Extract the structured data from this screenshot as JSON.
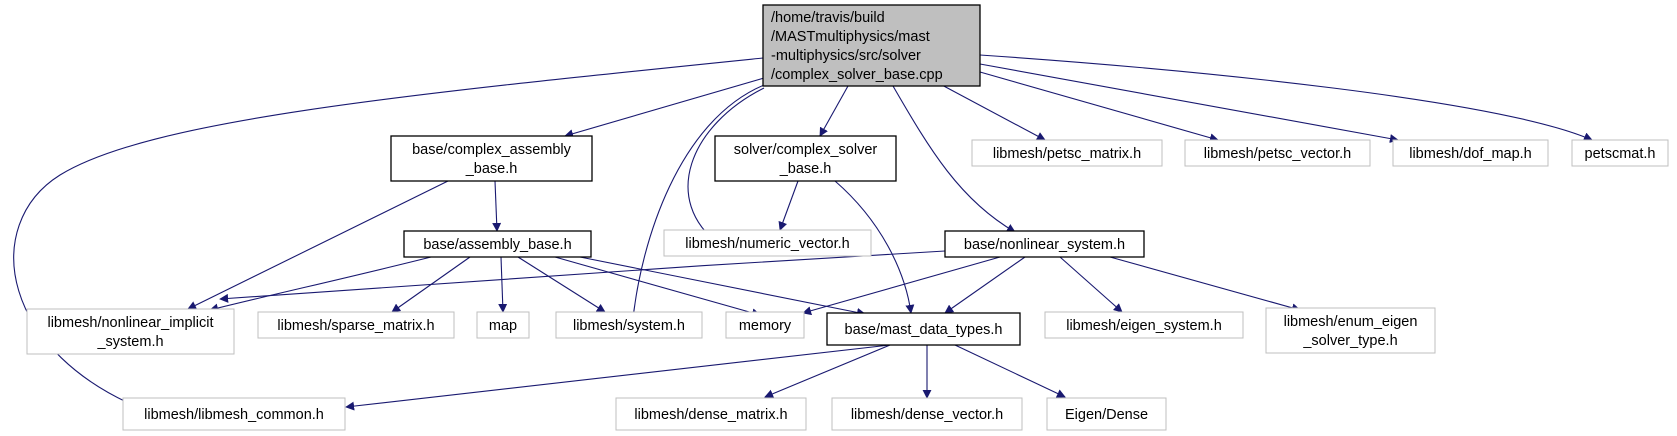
{
  "colors": {
    "edge": "#191970",
    "root_fill": "#bfbfbf",
    "root_stroke": "#000000",
    "local_stroke": "#000000",
    "external_stroke": "#bfbfbf"
  },
  "nodes": {
    "root": {
      "lines": [
        "/home/travis/build",
        "/MASTmultiphysics/mast",
        "-multiphysics/src/solver",
        "/complex_solver_base.cpp"
      ]
    },
    "complex_assembly": {
      "lines": [
        "base/complex_assembly",
        "_base.h"
      ]
    },
    "complex_solver": {
      "lines": [
        "solver/complex_solver",
        "_base.h"
      ]
    },
    "assembly": {
      "lines": [
        "base/assembly_base.h"
      ]
    },
    "numeric_vector": {
      "lines": [
        "libmesh/numeric_vector.h"
      ]
    },
    "nonlinear_system": {
      "lines": [
        "base/nonlinear_system.h"
      ]
    },
    "petsc_matrix": {
      "lines": [
        "libmesh/petsc_matrix.h"
      ]
    },
    "petsc_vector": {
      "lines": [
        "libmesh/petsc_vector.h"
      ]
    },
    "dof_map": {
      "lines": [
        "libmesh/dof_map.h"
      ]
    },
    "petscmat": {
      "lines": [
        "petscmat.h"
      ]
    },
    "nonlinear_implicit": {
      "lines": [
        "libmesh/nonlinear_implicit",
        "_system.h"
      ]
    },
    "sparse_matrix": {
      "lines": [
        "libmesh/sparse_matrix.h"
      ]
    },
    "map": {
      "lines": [
        "map"
      ]
    },
    "system": {
      "lines": [
        "libmesh/system.h"
      ]
    },
    "memory": {
      "lines": [
        "memory"
      ]
    },
    "mast_data_types": {
      "lines": [
        "base/mast_data_types.h"
      ]
    },
    "eigen_system": {
      "lines": [
        "libmesh/eigen_system.h"
      ]
    },
    "enum_eigen": {
      "lines": [
        "libmesh/enum_eigen",
        "_solver_type.h"
      ]
    },
    "libmesh_common": {
      "lines": [
        "libmesh/libmesh_common.h"
      ]
    },
    "dense_matrix": {
      "lines": [
        "libmesh/dense_matrix.h"
      ]
    },
    "dense_vector": {
      "lines": [
        "libmesh/dense_vector.h"
      ]
    },
    "eigen_dense": {
      "lines": [
        "Eigen/Dense"
      ]
    }
  }
}
